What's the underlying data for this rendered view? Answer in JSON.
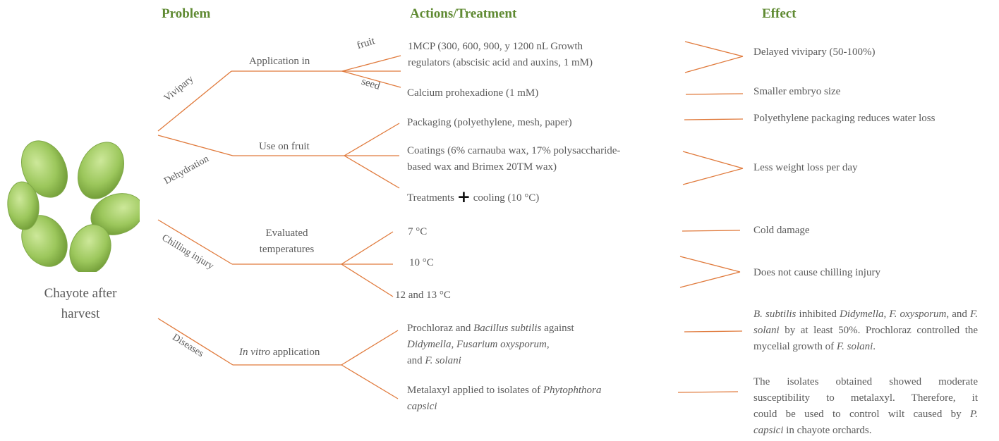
{
  "headers": {
    "problem": "Problem",
    "actions": "Actions/Treatment",
    "effect": "Effect"
  },
  "subject": {
    "line1": "Chayote after",
    "line2": "harvest"
  },
  "problems": {
    "vivipary": "Vivipary",
    "dehydration": "Dehydration",
    "chilling": "Chilling injury",
    "diseases": "Diseases"
  },
  "methods": {
    "vivipary": "Application in",
    "dehydration": "Use on fruit",
    "chilling_1": "Evaluated",
    "chilling_2": "temperatures",
    "diseases_italic": "In vitro",
    "diseases_rest": " application"
  },
  "branch_labels": {
    "fruit": "fruit",
    "seed": "seed"
  },
  "treatments": {
    "t1_line1": "1MCP (300, 600, 900, y 1200 nL Growth",
    "t1_line2": "regulators (abscisic acid and auxins, 1 mM)",
    "t2": "Calcium prohexadione (1 mM)",
    "t3": "Packaging (polyethylene, mesh, paper)",
    "t4_line1": "Coatings (6% carnauba wax, 17% polysaccharide-",
    "t4_line2": "based wax and Brimex 20TM wax)",
    "t5_a": "Treatments ",
    "t5_plus": "+",
    "t5_b": " cooling (10 °C)",
    "t6": "7 °C",
    "t7": "10 °C",
    "t8": "12 and 13 °C",
    "t9_a": "Prochloraz and ",
    "t9_b": "Bacillus subtilis",
    "t9_c": " against",
    "t9_d": "Didymella",
    "t9_e": ", ",
    "t9_f": "Fusarium oxysporum",
    "t9_g": ",",
    "t9_h": "and ",
    "t9_i": "F. solani",
    "t10_a": "Metalaxyl applied to isolates of ",
    "t10_b": "Phytophthora",
    "t10_c": "capsici"
  },
  "effects": {
    "e1": "Delayed vivipary (50-100%)",
    "e2": "Smaller embryo size",
    "e3": "Polyethylene packaging reduces water loss",
    "e4": "Less weight loss per day",
    "e5": "Cold damage",
    "e6": "Does not cause chilling injury",
    "e7_a": "B. subtilis",
    "e7_b": " inhibited ",
    "e7_c": "Didymella",
    "e7_d": ", ",
    "e7_e": "F. oxysporum",
    "e7_f": ",",
    "e7_g": "and ",
    "e7_h": "F. solani",
    "e7_i": " by at least 50%. Prochloraz",
    "e7_j": "controlled the mycelial growth of ",
    "e7_k": "F. solani",
    "e7_l": ".",
    "e8_line1": "The isolates obtained showed moderate",
    "e8_line2": "susceptibility to metalaxyl. Therefore, it",
    "e8_line3_a": "could be used to control wilt caused by ",
    "e8_line3_b": "P.",
    "e8_line4_a": "capsici",
    "e8_line4_b": " in chayote orchards."
  },
  "colors": {
    "line": "#e07a3c",
    "header": "#5f8a32",
    "fruit": "#9cc75c"
  }
}
